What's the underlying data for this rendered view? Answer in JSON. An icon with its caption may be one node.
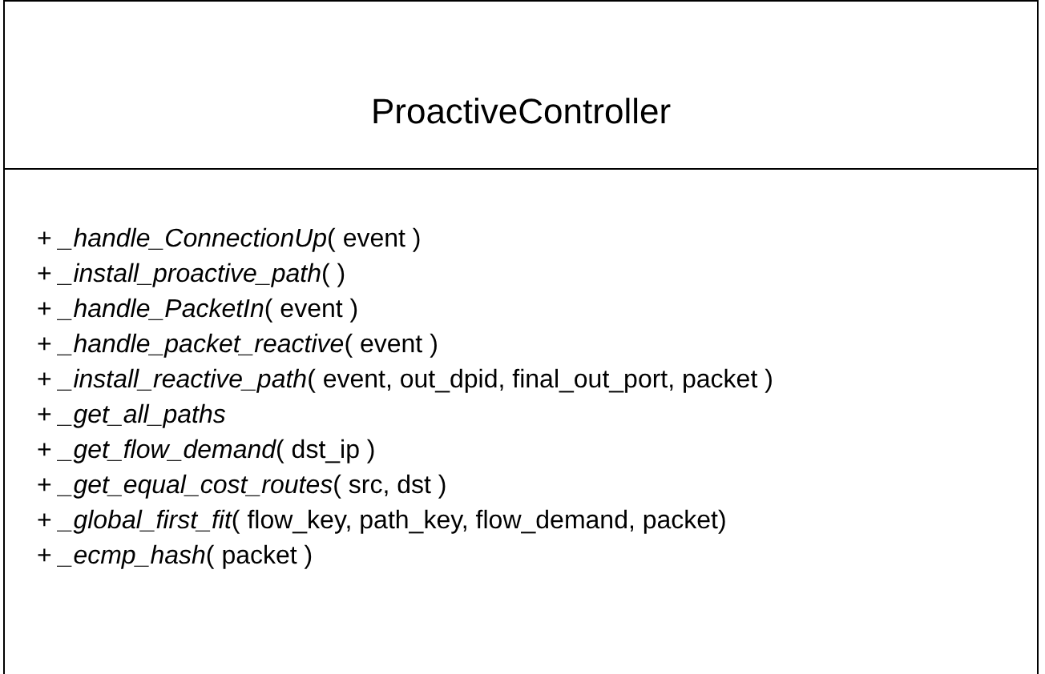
{
  "diagram": {
    "nodes": [
      {
        "text": [
          "ProactiveController",
          "+ *_handle_ConnectionUp*( event )",
          "+ *_install_proactive_path*( )",
          "+ *_handle_PacketIn*( event )",
          "+ *_handle_packet_reactive*( event )",
          "+ *_install_reactive_path*( event, out_dpid, final_out_port, packet )",
          "+ *_get_all_paths*",
          "+ *_get_flow_demand*( dst_ip )",
          "+ *_get_equal_cost_routes*( src, dst )",
          "+ *_global_first_fit*( flow_key, path_key, flow_demand, packet)",
          "+ *_ecmp_hash*( packet )"
        ]
      }
    ]
  }
}
